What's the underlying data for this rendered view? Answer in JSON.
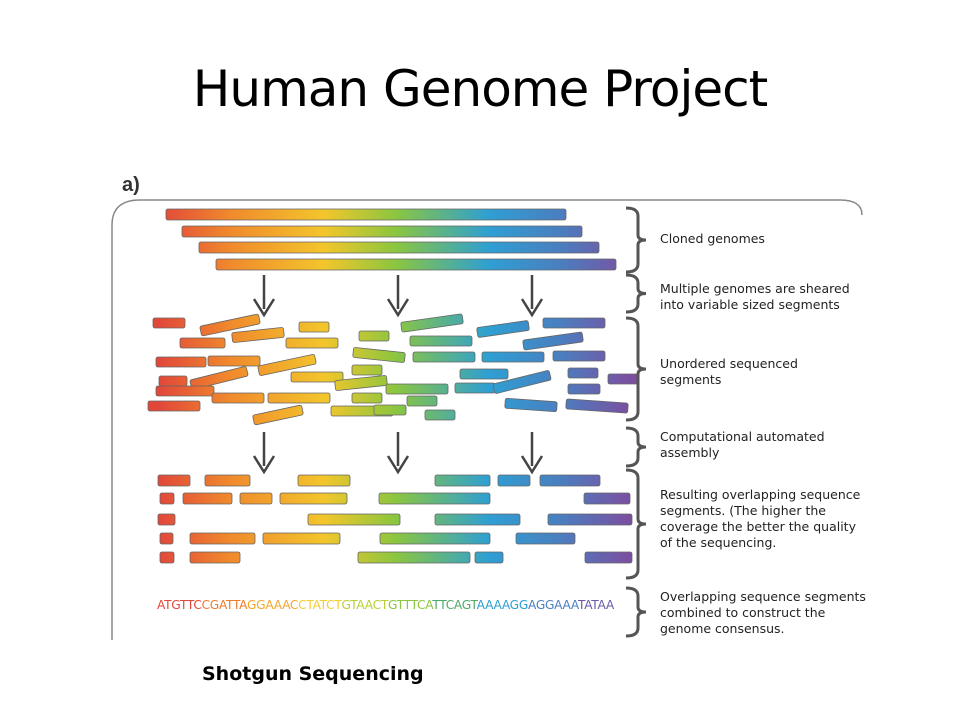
{
  "title": "Human Genome Project",
  "panel_label": "a)",
  "caption": "Shotgun Sequencing",
  "steps": [
    "Cloned genomes",
    "Multiple genomes are sheared into variable sized segments",
    "Unordered sequenced segments",
    "Computational automated assembly",
    "Resulting overlapping sequence segments. (The higher the coverage the better the quality of the sequencing.",
    "Overlapping sequence segments combined to construct the genome consensus."
  ],
  "consensus_sequence": "ATGTTCCGATTAGGAAACCTATCTGTAACTGTTTCATTCAGTAAAAGGAGGAAATATAA",
  "colors": {
    "red": "#e2483a",
    "orange": "#f4a02a",
    "yellow": "#f3d22c",
    "green": "#8cc63f",
    "blue": "#2e9fd3",
    "purple": "#7b4fa0",
    "bracket": "#555555",
    "arrow": "#444444"
  }
}
